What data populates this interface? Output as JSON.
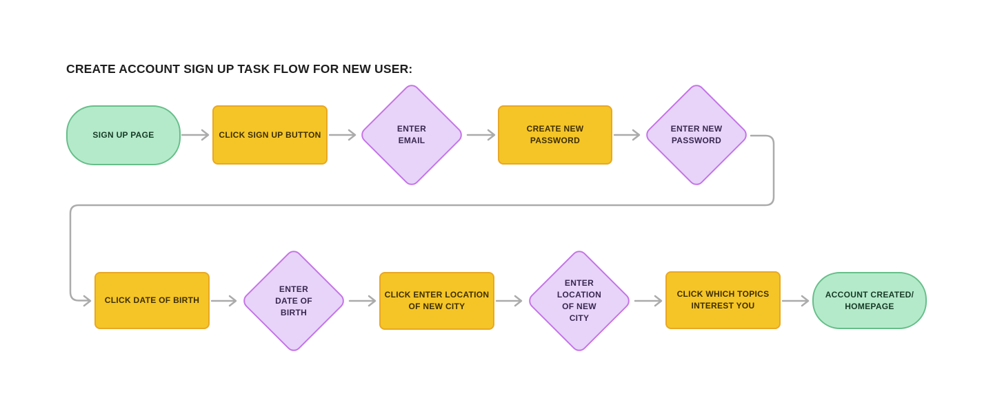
{
  "title": "CREATE ACCOUNT SIGN UP TASK FLOW FOR NEW USER:",
  "flow": {
    "nodes": [
      {
        "id": "sign-up-page",
        "type": "terminator",
        "label": "SIGN UP PAGE"
      },
      {
        "id": "click-sign-up-button",
        "type": "process",
        "label": "CLICK SIGN UP BUTTON"
      },
      {
        "id": "enter-email",
        "type": "decision",
        "label": "ENTER\nEMAIL"
      },
      {
        "id": "create-new-password",
        "type": "process",
        "label": "CREATE NEW\nPASSWORD"
      },
      {
        "id": "enter-new-password",
        "type": "decision",
        "label": "ENTER NEW\nPASSWORD"
      },
      {
        "id": "click-date-of-birth",
        "type": "process",
        "label": "CLICK DATE OF BIRTH"
      },
      {
        "id": "enter-date-of-birth",
        "type": "decision",
        "label": "ENTER\nDATE OF\nBIRTH"
      },
      {
        "id": "click-enter-location",
        "type": "process",
        "label": "CLICK ENTER LOCATION\nOF NEW CITY"
      },
      {
        "id": "enter-location-new-city",
        "type": "decision",
        "label": "ENTER\nLOCATION\nOF NEW\nCITY"
      },
      {
        "id": "click-topics-interest",
        "type": "process",
        "label": "CLICK WHICH TOPICS\nINTEREST YOU"
      },
      {
        "id": "account-created-homepage",
        "type": "terminator",
        "label": "ACCOUNT CREATED/\nHOMEPAGE"
      }
    ],
    "colors": {
      "terminator_fill": "#b4eaca",
      "terminator_border": "#66be89",
      "process_fill": "#f5c527",
      "process_border": "#e9a722",
      "decision_fill": "#e7d4f8",
      "decision_border": "#c573e8",
      "connector": "#ababab",
      "title_text": "#1e1e1e"
    }
  }
}
